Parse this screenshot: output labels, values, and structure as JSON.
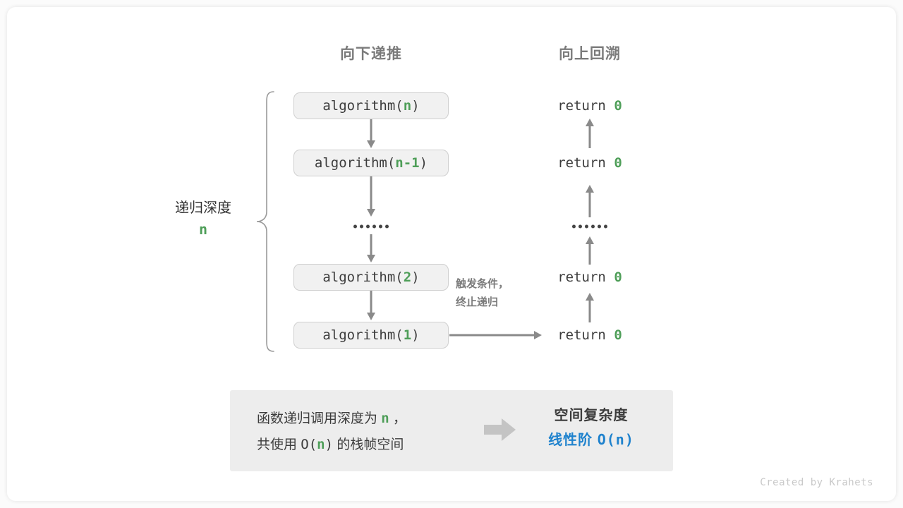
{
  "headers": {
    "down": "向下递推",
    "up": "向上回溯"
  },
  "depth": {
    "label": "递归深度",
    "value": "n"
  },
  "calls": [
    {
      "prefix": "algorithm(",
      "arg": "n",
      "suffix": ")"
    },
    {
      "prefix": "algorithm(",
      "arg": "n-1",
      "suffix": ")"
    },
    {
      "prefix": "algorithm(",
      "arg": "2",
      "suffix": ")"
    },
    {
      "prefix": "algorithm(",
      "arg": "1",
      "suffix": ")"
    }
  ],
  "returns": [
    {
      "keyword": "return ",
      "value": "0"
    },
    {
      "keyword": "return ",
      "value": "0"
    },
    {
      "keyword": "return ",
      "value": "0"
    },
    {
      "keyword": "return ",
      "value": "0"
    }
  ],
  "ellipsis": "••••••",
  "note": {
    "line1": "触发条件，",
    "line2": "终止递归"
  },
  "summary": {
    "left_line1_a": "函数递归调用深度为 ",
    "left_line1_g": "n",
    "left_line1_b": " ，",
    "left_line2_a": "共使用 ",
    "left_line2_m": "O(",
    "left_line2_g": "n",
    "left_line2_m2": ")",
    "left_line2_b": " 的栈帧空间",
    "right_title": "空间复杂度",
    "right_value_a": "线性阶 ",
    "right_value_m": "O(n)"
  },
  "credit": "Created by Krahets",
  "colors": {
    "green": "#4e9e58",
    "blue": "#1f82cd",
    "gray_text": "#3c3c3c",
    "gray_muted": "#7b7b7b",
    "arrow": "#8a8a8a",
    "box_fill": "#f1f1f1",
    "box_border": "#cfcfcf",
    "panel_fill": "#ededed",
    "credit": "#c9c9c9"
  }
}
